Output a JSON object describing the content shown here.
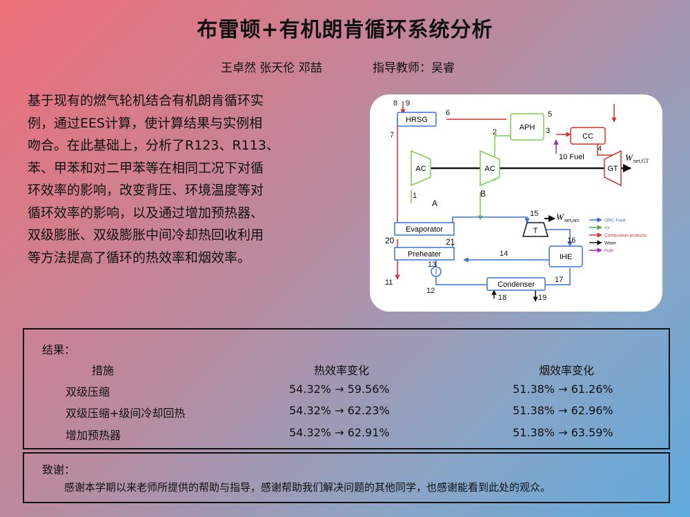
{
  "title": "布雷顿+有机朗肯循环系统分析",
  "authors": "王卓然 张天伦 邓喆",
  "advisor": "指导教师：吴睿",
  "abstract": [
    "基于现有的燃气轮机结合有机朗肯循环实",
    "例，通过EES计算，使计算结果与实例相",
    "吻合。在此基础上，分析了R123、R113、",
    "苯、甲苯和对二甲苯等在相同工况下对循",
    "环效率的影响，改变背压、环境温度等对",
    "循环效率的影响，以及通过增加预热器、",
    "双级膨胀、双级膨胀中间冷却热回收利用",
    "等方法提高了循环的热效率和烟效率。"
  ],
  "diagram": {
    "components": {
      "hrsg": "HRSG",
      "aph": "APH",
      "cc": "CC",
      "ac1": "AC",
      "ac2": "AC",
      "gt": "GT",
      "evaporator": "Evaporator",
      "preheater": "Preheater",
      "ihe": "IHE",
      "condenser": "Condenser",
      "t": "T"
    },
    "labels": {
      "fuel": "10 Fuel",
      "wgt_main": "W",
      "wgt_sub": "net,GT",
      "worc_main": "W",
      "worc_sub": "net,orc",
      "a": "A",
      "b": "B"
    },
    "states": {
      "s1": "1",
      "s2": "2",
      "s3": "3",
      "s4": "4",
      "s5": "5",
      "s6": "6",
      "s7": "7",
      "s8": "8",
      "s9": "9",
      "s11": "11",
      "s12": "12",
      "s13": "13",
      "s14": "14",
      "s15": "15",
      "s16": "16",
      "s17": "17",
      "s18": "18",
      "s19": "19",
      "s20": "20",
      "s21": "21"
    },
    "legend": [
      {
        "label": "ORC Fluid",
        "color": "#3b6fd6"
      },
      {
        "label": "Air",
        "color": "#4caf50"
      },
      {
        "label": "Combustion products",
        "color": "#d32f2f"
      },
      {
        "label": "Water",
        "color": "#111111"
      },
      {
        "label": "Fuel",
        "color": "#9c27b0"
      }
    ],
    "colors": {
      "orc": "#3b6fd6",
      "air": "#7ccc4c",
      "gas": "#d32f2f",
      "water": "#111111",
      "fuel": "#9c27b0"
    }
  },
  "results": {
    "heading": "结果：",
    "columns": [
      "措施",
      "热效率变化",
      "烟效率变化"
    ],
    "arrow": "→",
    "rows": [
      {
        "measure": "双级压缩",
        "thermal_from": "54.32%",
        "thermal_to": "59.56%",
        "exergy_from": "51.38%",
        "exergy_to": "61.26%"
      },
      {
        "measure": "双级压缩+级间冷却回热",
        "thermal_from": "54.32%",
        "thermal_to": "62.23%",
        "exergy_from": "51.38%",
        "exergy_to": "62.96%"
      },
      {
        "measure": "增加预热器",
        "thermal_from": "54.32%",
        "thermal_to": "62.91%",
        "exergy_from": "51.38%",
        "exergy_to": "63.59%"
      }
    ]
  },
  "thanks": {
    "heading": "致谢：",
    "text": "感谢本学期以来老师所提供的帮助与指导，感谢帮助我们解决问题的其他同学，也感谢能看到此处的观众。"
  }
}
